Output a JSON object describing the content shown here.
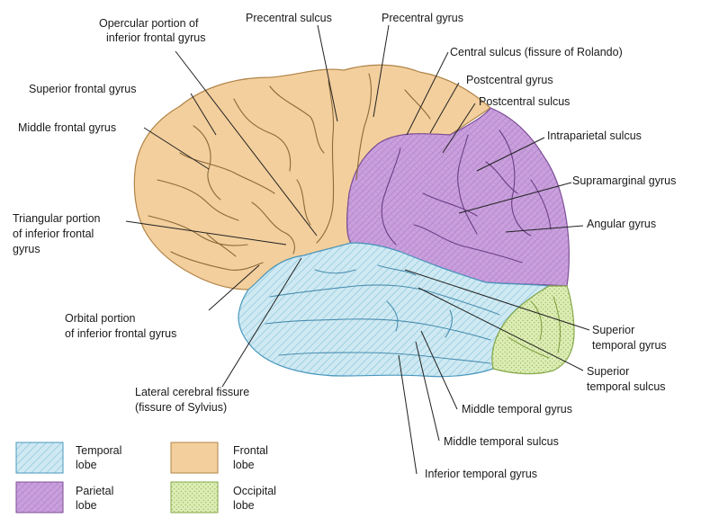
{
  "colors": {
    "frontal": "#f3cf9d",
    "parietal": "#c59ad8",
    "temporal": "#c9e6f0",
    "occipital": "#d9ebb0",
    "frontal_line": "#b08448",
    "parietal_line": "#7d4f99",
    "temporal_line": "#4a98be",
    "occipital_line": "#86a84a"
  },
  "labels": {
    "opercular": [
      "Opercular portion of",
      "inferior frontal gyrus"
    ],
    "precentral_sulcus": "Precentral sulcus",
    "precentral_gyrus": "Precentral gyrus",
    "central_sulcus": "Central sulcus (fissure of Rolando)",
    "superior_frontal": "Superior frontal gyrus",
    "postcentral_gyrus": "Postcentral gyrus",
    "postcentral_sulcus": "Postcentral sulcus",
    "middle_frontal": "Middle frontal gyrus",
    "intraparietal": "Intraparietal sulcus",
    "supramarginal": "Supramarginal gyrus",
    "triangular": [
      "Triangular portion",
      "of inferior frontal",
      "gyrus"
    ],
    "angular": "Angular gyrus",
    "orbital": [
      "Orbital portion",
      "of inferior frontal gyrus"
    ],
    "superior_temporal_gyrus": [
      "Superior",
      "temporal gyrus"
    ],
    "superior_temporal_sulcus": [
      "Superior",
      "temporal sulcus"
    ],
    "lateral_fissure": [
      "Lateral cerebral fissure",
      "(fissure of Sylvius)"
    ],
    "middle_temporal_gyrus": "Middle temporal gyrus",
    "middle_temporal_sulcus": "Middle temporal sulcus",
    "inferior_temporal_gyrus": "Inferior temporal gyrus"
  },
  "legend": {
    "temporal": [
      "Temporal",
      "lobe"
    ],
    "frontal": [
      "Frontal",
      "lobe"
    ],
    "parietal": [
      "Parietal",
      "lobe"
    ],
    "occipital": [
      "Occipital",
      "lobe"
    ]
  }
}
